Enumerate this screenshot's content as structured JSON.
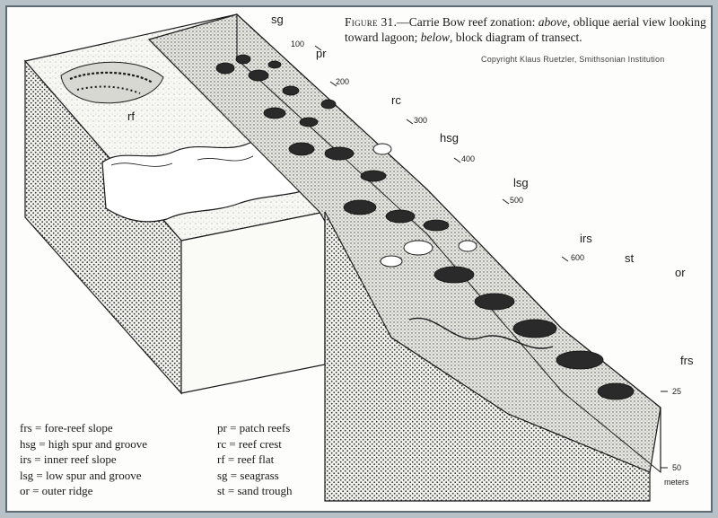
{
  "caption": {
    "figure_label": "Figure 31.",
    "text_prefix": "—Carrie Bow reef zonation: ",
    "above": "above",
    "text_mid": ", oblique aerial view looking toward lagoon; ",
    "below": "below",
    "text_suffix": ", block diagram of transect.",
    "credit": "Copyright Klaus Ruetzler, Smithsonian Institution"
  },
  "zone_labels": {
    "sg": "sg",
    "pr": "pr",
    "rf": "rf",
    "rc": "rc",
    "hsg": "hsg",
    "lsg": "lsg",
    "irs": "irs",
    "st": "st",
    "or": "or",
    "frs": "frs"
  },
  "distance_ticks": [
    "100",
    "200",
    "300",
    "400",
    "500",
    "600"
  ],
  "depth_ticks": [
    "25",
    "50"
  ],
  "depth_unit": "meters",
  "legend": {
    "left": [
      "frs = fore-reef slope",
      "hsg = high spur and groove",
      "irs = inner reef slope",
      "lsg = low spur and groove",
      "or = outer ridge"
    ],
    "right": [
      "pr = patch reefs",
      "rc = reef crest",
      "rf = reef flat",
      "sg = seagrass",
      "st = sand trough"
    ]
  },
  "colors": {
    "ink": "#1a1a1a",
    "frame": "#b6c2c8",
    "paper": "#fdfdfb"
  }
}
